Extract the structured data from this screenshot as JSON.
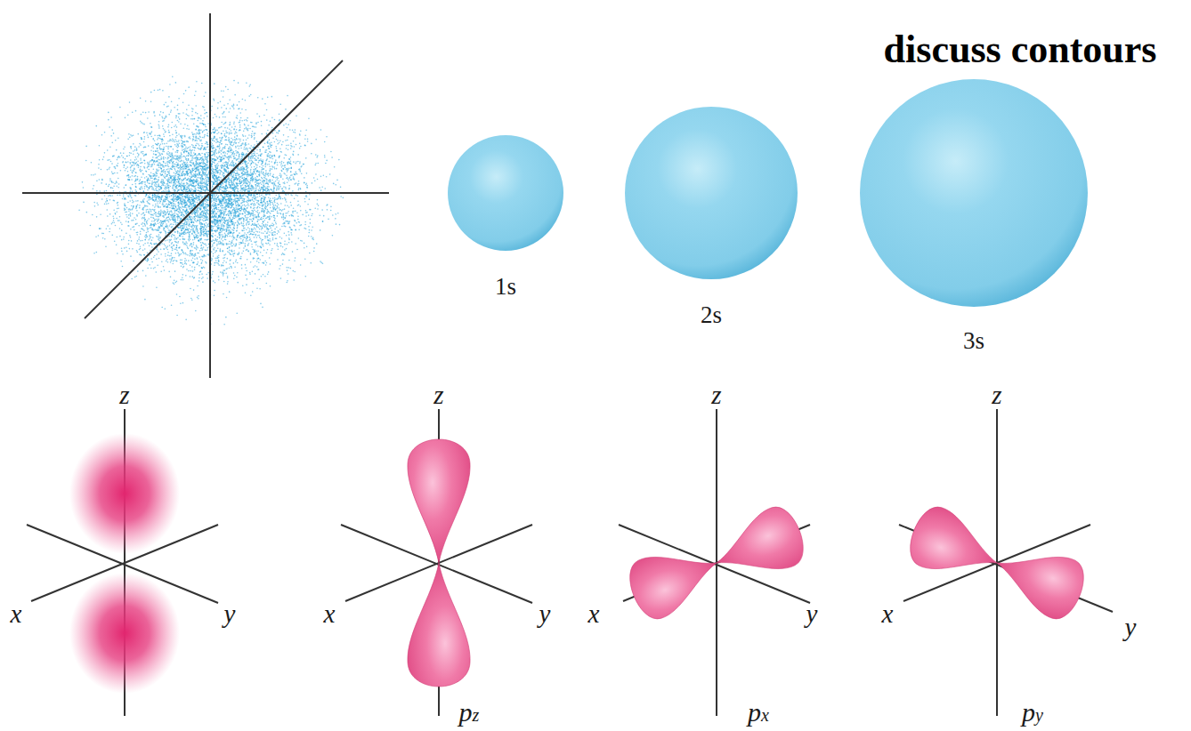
{
  "diagram": {
    "labels": [
      "discuss contours",
      "1s",
      "2s",
      "3s",
      "z",
      "x",
      "y",
      "z",
      "x",
      "y",
      "pz",
      "z",
      "x",
      "y",
      "px",
      "z",
      "x",
      "y",
      "py"
    ]
  }
}
